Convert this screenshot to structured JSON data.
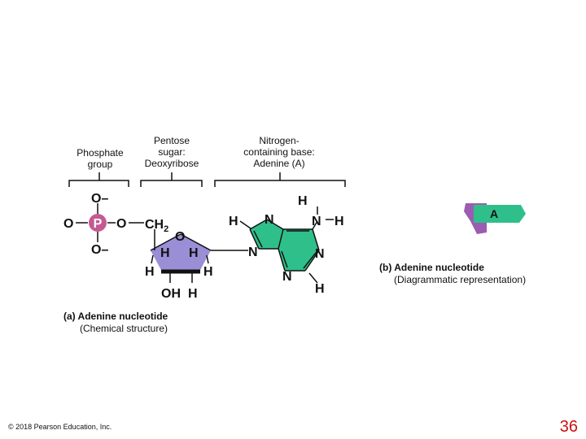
{
  "labels": {
    "phosphate": [
      "Phosphate",
      "group"
    ],
    "sugar": [
      "Pentose",
      "sugar:",
      "Deoxyribose"
    ],
    "base": [
      "Nitrogen-",
      "containing base:",
      "Adenine (A)"
    ]
  },
  "atoms": {
    "o_minus": "O–",
    "o": "O",
    "p": "P",
    "ch2": "CH",
    "sub2": "2",
    "h": "H",
    "n": "N",
    "oh": "OH"
  },
  "icon_letter": "A",
  "caption_a": {
    "title": "(a) Adenine nucleotide",
    "subtitle": "(Chemical structure)"
  },
  "caption_b": {
    "title": "(b) Adenine nucleotide",
    "subtitle": "(Diagrammatic representation)"
  },
  "footer": {
    "copyright": "© 2018 Pearson Education, Inc.",
    "page_number": "36"
  },
  "colors": {
    "phosphate": "#c45a93",
    "sugar": "#9a8fd6",
    "base": "#2fbf8a",
    "icon_purple": "#9b5db0",
    "page_number": "#cc1111"
  }
}
